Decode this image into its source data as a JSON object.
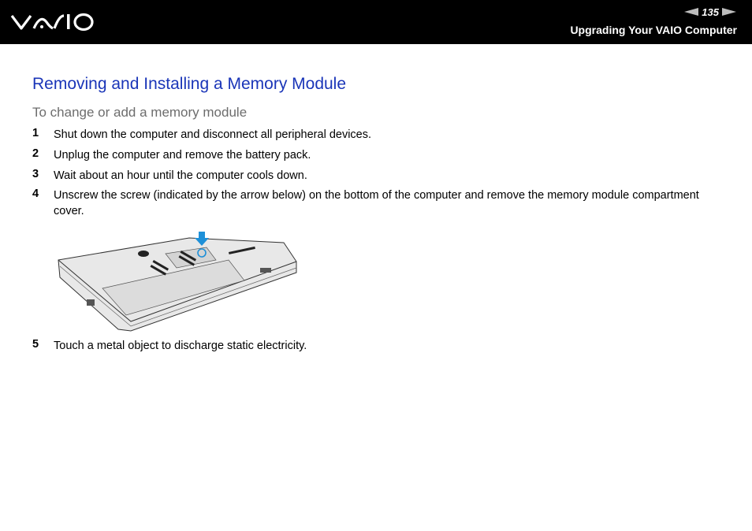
{
  "header": {
    "logo": "VAIO",
    "page_number": "135",
    "prev_icon": "arrow-left-icon",
    "next_icon": "arrow-right-icon",
    "section_title": "Upgrading Your VAIO Computer"
  },
  "content": {
    "title": "Removing and Installing a Memory Module",
    "subtitle": "To change or add a memory module",
    "steps": [
      {
        "num": "1",
        "text": "Shut down the computer and disconnect all peripheral devices."
      },
      {
        "num": "2",
        "text": "Unplug the computer and remove the battery pack."
      },
      {
        "num": "3",
        "text": "Wait about an hour until the computer cools down."
      },
      {
        "num": "4",
        "text": "Unscrew the screw (indicated by the arrow below) on the bottom of the computer and remove the memory module compartment cover."
      },
      {
        "num": "5",
        "text": "Touch a metal object to discharge static electricity."
      }
    ],
    "illustration": "laptop-bottom-illustration",
    "accent_color": "#1a35b8",
    "highlight_color": "#1e90d8"
  }
}
